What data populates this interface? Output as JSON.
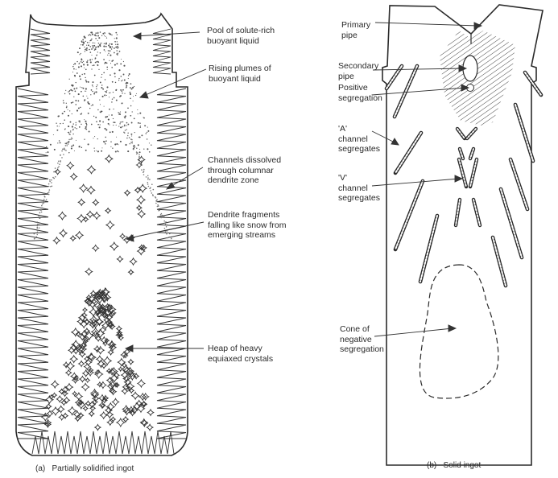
{
  "panel_a": {
    "caption": "(a)   Partially solidified ingot",
    "labels": {
      "pool": "Pool of solute-rich\nbuoyant liquid",
      "plumes": "Rising plumes of\nbuoyant liquid",
      "channels": "Channels dissolved\nthrough columnar\ndendrite zone",
      "fragments": "Dendrite fragments\nfalling like snow from\nemerging streams",
      "heap": "Heap of heavy\nequiaxed crystals"
    }
  },
  "panel_b": {
    "caption": "(b)   Solid ingot",
    "labels": {
      "primary_pipe": "Primary\npipe",
      "secondary_pipe": "Secondary\npipe",
      "positive_seg": "Positive\nsegregation",
      "a_channel": "'A'\nchannel\nsegregates",
      "v_channel": "'V'\nchannel\nsegregates",
      "cone": "Cone of\nnegative\nsegregation"
    }
  }
}
